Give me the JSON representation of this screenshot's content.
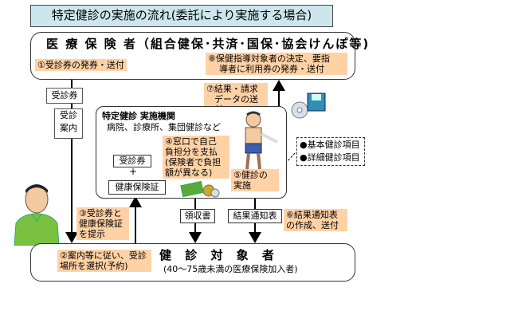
{
  "title": "特定健診の実施の流れ(委託により実施する場合)",
  "insurer": {
    "heading": "医 療 保 険 者（組合健保･共済･国保･協会けんぽ等)",
    "note1": "①受診券の発券・送付",
    "note8_line1": "⑧保健指導対象者の決定、要指",
    "note8_line2": "導者に利用券の発券・送付"
  },
  "note7_line1": "⑦結果・請求",
  "note7_line2": "データの送付",
  "side_docs": {
    "ticket": "受診",
    "ticket2": "券",
    "guide_line1": "受診",
    "guide_line2": "案内"
  },
  "institution": {
    "heading": "特定健診 実施機関",
    "sub": "病院、診療所、集団健診など",
    "ticket_label": "受診券",
    "plus": "+",
    "insurance_card": "健康保険証",
    "note4_line1": "④窓口で自己",
    "note4_line2": "負担分を支払",
    "note4_line3": "(保険者で負担",
    "note4_line4": "額が異なる)",
    "note5_line1": "⑤健診の",
    "note5_line2": "実施"
  },
  "checkup_items": {
    "item1": "●基本健診項目",
    "item2": "●詳細健診項目"
  },
  "receipt": "領収書",
  "result_notice": "結果通知表",
  "note3_line1": "③受診券と",
  "note3_line2": "健康保険証",
  "note3_line3": "を提示",
  "note6_line1": "⑥結果通知表",
  "note6_line2": "の作成、送付",
  "note2_line1": "②案内等に従い、受診",
  "note2_line2": "場所を選択(予約)",
  "subject": {
    "heading": "健 診 対 象 者",
    "sub": "(40～75歳未満の医療保険加入者)"
  },
  "colors": {
    "title_bg": "#cce6ee",
    "note_bg": "#ffd2a6",
    "person_shirt": "#7ac142"
  }
}
